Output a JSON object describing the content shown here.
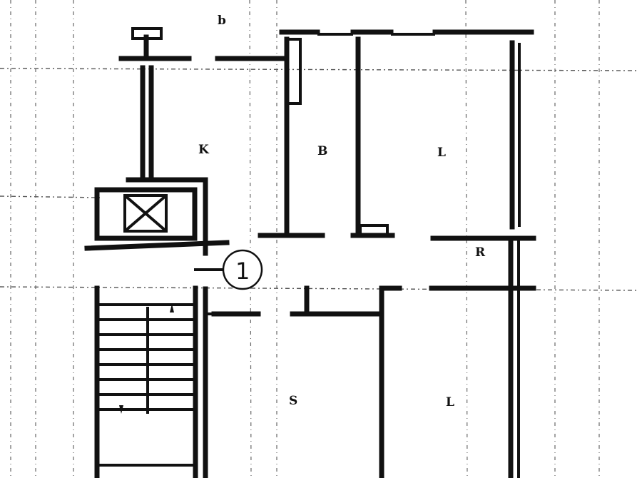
{
  "plan": {
    "rooms": {
      "balcony": "b",
      "kitchen": "K",
      "bathroom": "B",
      "bedroom_top": "L",
      "storage": "R",
      "living": "S",
      "bedroom_bottom": "L"
    },
    "section_marker": "1"
  }
}
